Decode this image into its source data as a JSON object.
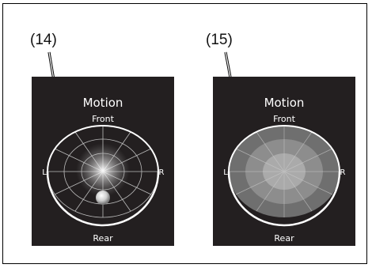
{
  "figures": [
    {
      "callout": "(14)",
      "title": "Motion",
      "front_label": "Front",
      "rear_label": "Rear",
      "left_label": "L",
      "right_label": "R",
      "display": "sound-motion-trail",
      "colors": {
        "panel": "#231f20",
        "grid": "#bdbdbd",
        "ring": "#ffffff"
      }
    },
    {
      "callout": "(15)",
      "title": "Motion",
      "front_label": "Front",
      "rear_label": "Rear",
      "left_label": "L",
      "right_label": "R",
      "display": "filled-range-zones",
      "colors": {
        "panel": "#231f20",
        "outer_zone": "#6f6f6f",
        "mid_zone": "#8d8d8d",
        "inner_zone": "#aaaaaa"
      }
    }
  ]
}
